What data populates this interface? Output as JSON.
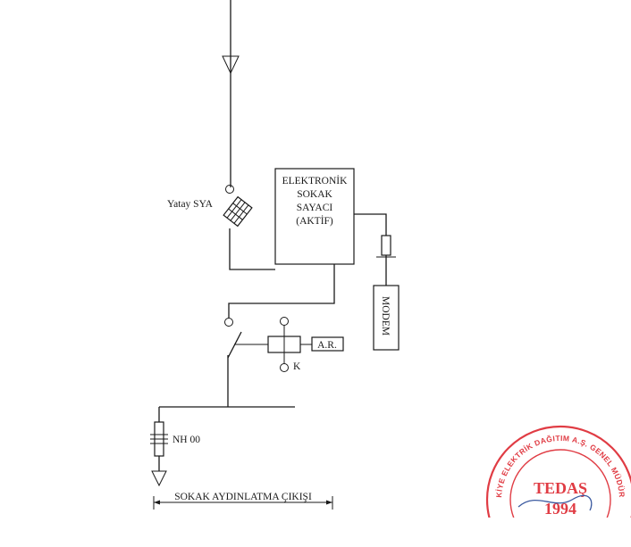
{
  "labels": {
    "meter": [
      "ELEKTRONİK",
      "SOKAK",
      "SAYACI",
      "(AKTİF)"
    ],
    "yatay_sya": "Yatay SYA",
    "modem": "MODEM",
    "ar": "A.R.",
    "k": "K",
    "nh00": "NH 00",
    "output": "SOKAK AYDINLATMA ÇIKIŞI"
  },
  "stamp": {
    "ring_text": "KİYE ELEKTRİK DAĞITIM A.Ş. GENEL MÜDÜR",
    "name": "TEDAŞ",
    "year": "1994",
    "color": "#e03c44"
  },
  "colors": {
    "line": "#1a1a1a",
    "background": "#ffffff"
  }
}
